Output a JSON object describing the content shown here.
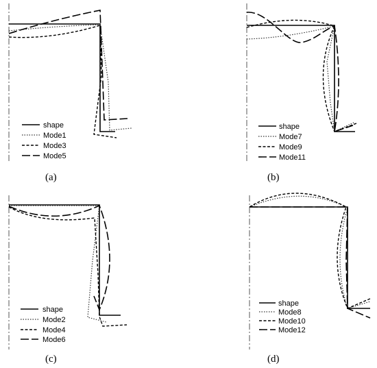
{
  "panels": [
    {
      "id": "a",
      "caption": "(a)",
      "legend": [
        "shape",
        "Mode1",
        "Mode3",
        "Mode5"
      ]
    },
    {
      "id": "b",
      "caption": "(b)",
      "legend": [
        "shape",
        "Mode7",
        "Mode9",
        "Mode11"
      ]
    },
    {
      "id": "c",
      "caption": "(c)",
      "legend": [
        "shape",
        "Mode2",
        "Mode4",
        "Mode6"
      ]
    },
    {
      "id": "d",
      "caption": "(d)",
      "legend": [
        "shape",
        "Mode8",
        "Mode10",
        "Mode12"
      ]
    }
  ],
  "line_styles": [
    "solid",
    "dotted",
    "dashed",
    "long-dash"
  ],
  "colors": {
    "ink": "#000000",
    "axis": "#555555",
    "background": "#ffffff"
  }
}
